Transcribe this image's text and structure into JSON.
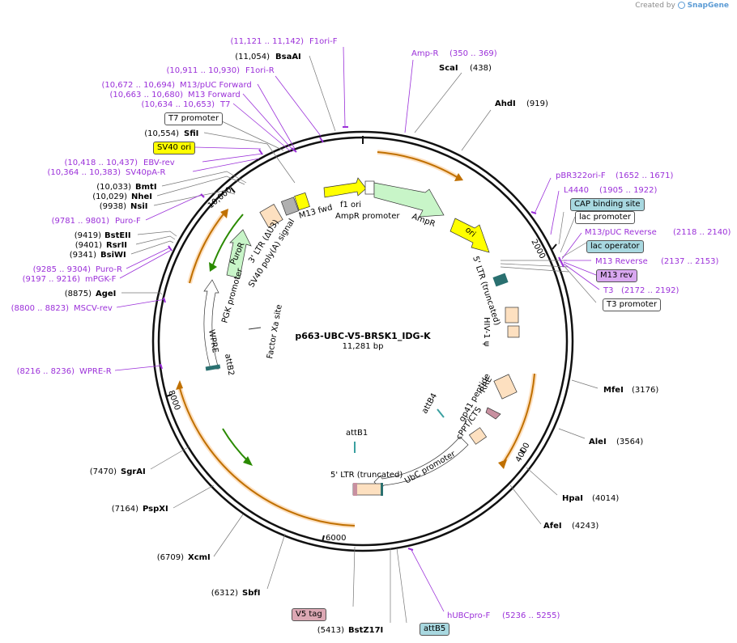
{
  "watermark": {
    "prefix": "Created by",
    "brand": "SnapGene"
  },
  "plasmid": {
    "name": "p663-UBC-V5-BRSK1_IDG-K",
    "length": "11,281 bp"
  },
  "ticks": {
    "t2000": "2000",
    "t4000": "4000",
    "t6000": "6000",
    "t8000": "8000",
    "t10000": "10,000"
  },
  "enzymes": [
    {
      "name": "BsaAI",
      "pos": "(11,054)"
    },
    {
      "name": "ScaI",
      "pos": "(438)"
    },
    {
      "name": "AhdI",
      "pos": "(919)"
    },
    {
      "name": "SfiI",
      "pos": "(10,554)"
    },
    {
      "name": "BmtI",
      "pos": "(10,033)"
    },
    {
      "name": "NheI",
      "pos": "(10,029)"
    },
    {
      "name": "NsiI",
      "pos": "(9938)"
    },
    {
      "name": "BstEII",
      "pos": "(9419)"
    },
    {
      "name": "RsrII",
      "pos": "(9401)"
    },
    {
      "name": "BsiWI",
      "pos": "(9341)"
    },
    {
      "name": "AgeI",
      "pos": "(8875)"
    },
    {
      "name": "MfeI",
      "pos": "(3176)"
    },
    {
      "name": "AleI",
      "pos": "(3564)"
    },
    {
      "name": "HpaI",
      "pos": "(4014)"
    },
    {
      "name": "AfeI",
      "pos": "(4243)"
    },
    {
      "name": "SgrAI",
      "pos": "(7470)"
    },
    {
      "name": "PspXI",
      "pos": "(7164)"
    },
    {
      "name": "XcmI",
      "pos": "(6709)"
    },
    {
      "name": "SbfI",
      "pos": "(6312)"
    },
    {
      "name": "BstZ17I",
      "pos": "(5413)"
    }
  ],
  "primers": [
    {
      "name": "F1ori-F",
      "range": "(11,121 .. 11,142)"
    },
    {
      "name": "F1ori-R",
      "range": "(10,911 .. 10,930)"
    },
    {
      "name": "M13/pUC Forward",
      "range": "(10,672 .. 10,694)"
    },
    {
      "name": "M13 Forward",
      "range": "(10,663 .. 10,680)"
    },
    {
      "name": "T7",
      "range": "(10,634 .. 10,653)"
    },
    {
      "name": "EBV-rev",
      "range": "(10,418 .. 10,437)"
    },
    {
      "name": "SV40pA-R",
      "range": "(10,364 .. 10,383)"
    },
    {
      "name": "Puro-F",
      "range": "(9781 .. 9801)"
    },
    {
      "name": "Puro-R",
      "range": "(9285 .. 9304)"
    },
    {
      "name": "mPGK-F",
      "range": "(9197 .. 9216)"
    },
    {
      "name": "MSCV-rev",
      "range": "(8800 .. 8823)"
    },
    {
      "name": "WPRE-R",
      "range": "(8216 .. 8236)"
    },
    {
      "name": "Amp-R",
      "range": "(350 .. 369)"
    },
    {
      "name": "pBR322ori-F",
      "range": "(1652 .. 1671)"
    },
    {
      "name": "L4440",
      "range": "(1905 .. 1922)"
    },
    {
      "name": "M13/pUC Reverse",
      "range": "(2118 .. 2140)"
    },
    {
      "name": "M13 Reverse",
      "range": "(2137 .. 2153)"
    },
    {
      "name": "T3",
      "range": "(2172 .. 2192)"
    },
    {
      "name": "hUBCpro-F",
      "range": "(5236 .. 5255)"
    }
  ],
  "boxed": [
    {
      "name": "T7 promoter",
      "color": "#ffffff"
    },
    {
      "name": "SV40 ori",
      "color": "#ffff00"
    },
    {
      "name": "CAP binding site",
      "color": "#a8d8e0"
    },
    {
      "name": "lac promoter",
      "color": "#ffffff"
    },
    {
      "name": "lac operator",
      "color": "#a8d8e0"
    },
    {
      "name": "M13 rev",
      "color": "#d9a8f0"
    },
    {
      "name": "T3 promoter",
      "color": "#ffffff"
    },
    {
      "name": "V5 tag",
      "color": "#dca8b4"
    },
    {
      "name": "attB5",
      "color": "#a8d8e0"
    }
  ],
  "features": {
    "m13fwd": "M13 fwd",
    "f1ori": "f1 ori",
    "ampr_promoter": "AmpR promoter",
    "ampr": "AmpR",
    "ori": "ori",
    "ltr5_trunc_right": "5' LTR (truncated)",
    "hiv_psi": "HIV-1 ψ",
    "rre": "RRE",
    "gp41": "gp41 peptide",
    "cppt": "cPPT/CTS",
    "attb4": "attB4",
    "ubc_promoter": "UbC promoter",
    "ltr5_trunc_bottom": "5' LTR (truncated)",
    "attb1": "attB1",
    "attb2": "attB2",
    "wpre": "WPRE",
    "pgk_promoter": "PGK promoter",
    "puror": "PuroR",
    "ltr3": "3' LTR (ΔU3)",
    "sv40pa": "SV40 poly(A) signal",
    "factorxa": "Factor Xa site"
  },
  "colors": {
    "enzyme_text": "#000000",
    "primer_text": "#9b30d9",
    "feature_yellow": "#ffff00",
    "feature_green": "#c8f5c8",
    "feature_peach": "#fde0c0",
    "orange_arc": "#c07000",
    "green_arc": "#2a8a00"
  }
}
